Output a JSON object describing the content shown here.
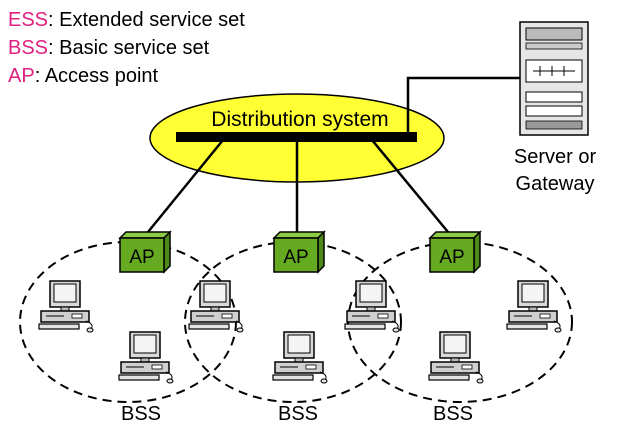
{
  "legend": [
    {
      "abbr": "ESS",
      "text": ": Extended service set"
    },
    {
      "abbr": "BSS",
      "text": ": Basic service set"
    },
    {
      "abbr": "AP",
      "text": ": Access point"
    }
  ],
  "distribution_label": "Distribution system",
  "server_label_line1": "Server or",
  "server_label_line2": "Gateway",
  "ap_labels": [
    "AP",
    "AP",
    "AP"
  ],
  "bss_labels": [
    "BSS",
    "BSS",
    "BSS"
  ],
  "colors": {
    "legend_abbr": "#e0207f",
    "distribution_fill": "#ffff33",
    "ap_fill": "#66aa22",
    "ap_top": "#8ccc44",
    "line": "#000000"
  }
}
